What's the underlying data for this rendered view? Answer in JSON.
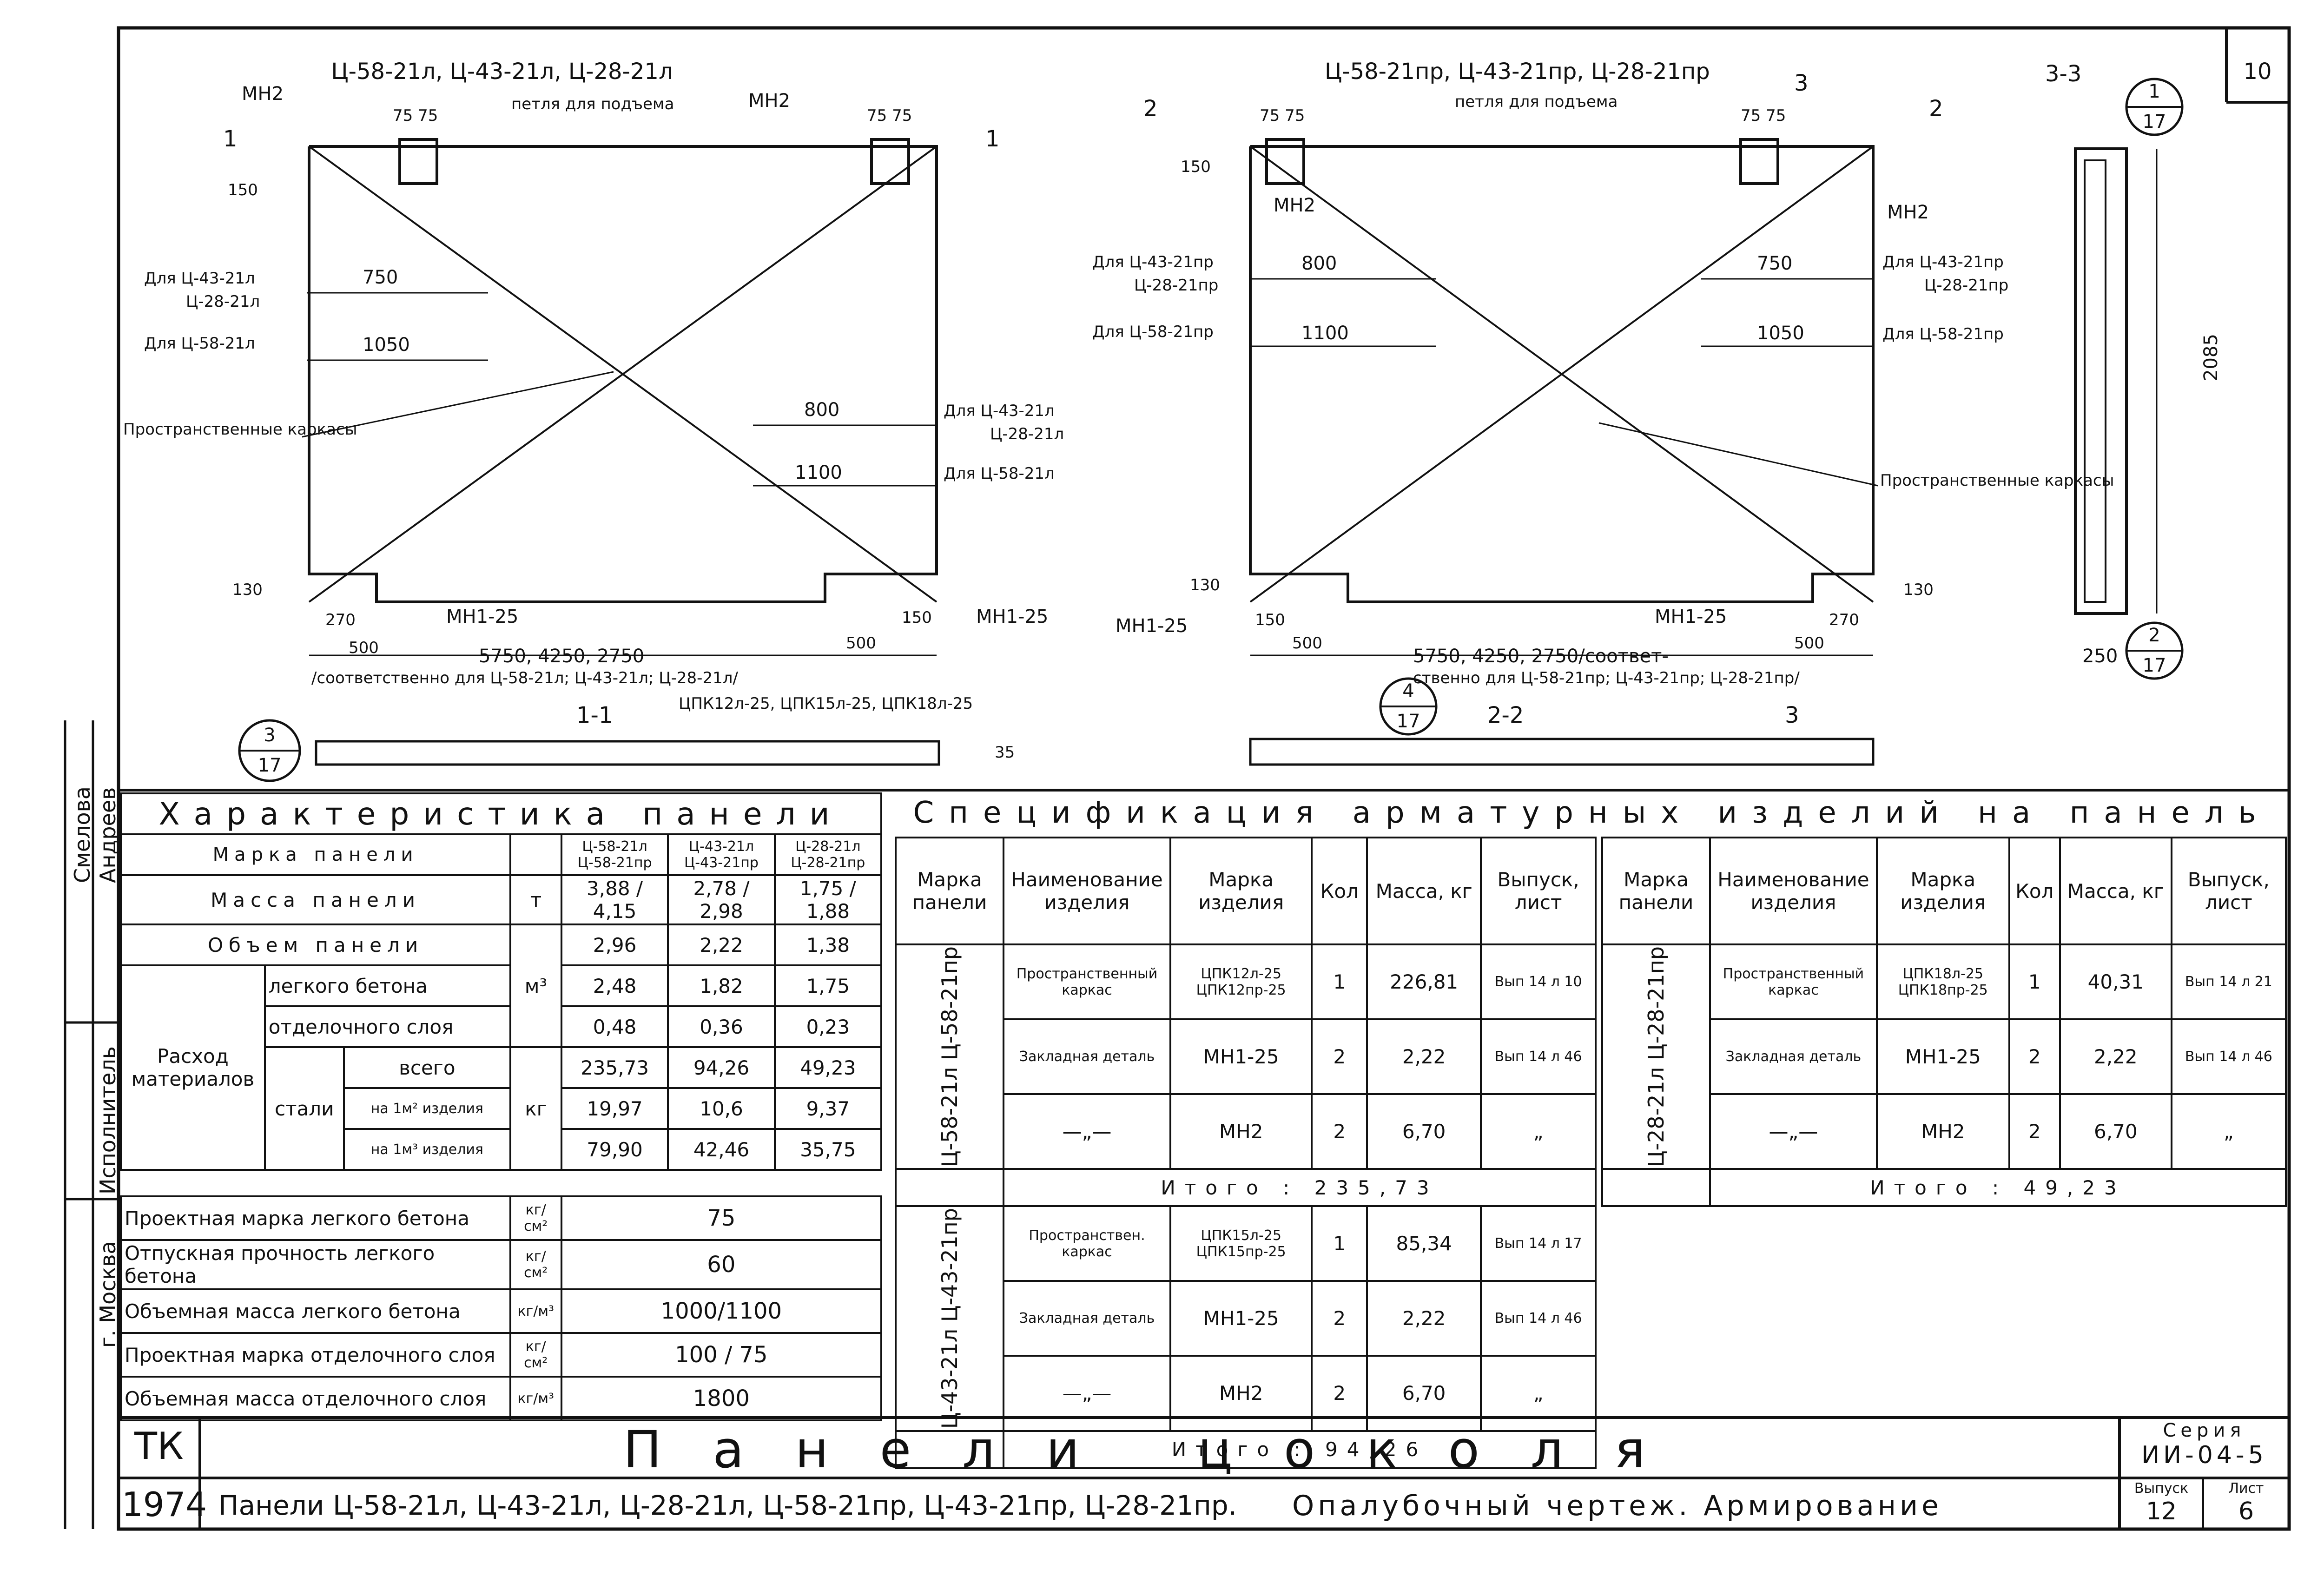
{
  "sheet": {
    "number": "10",
    "series": "Серия ИИ-04-5",
    "series_label": "Серия",
    "series_code": "ИИ-04-5",
    "issue_label": "Выпуск",
    "issue": "12",
    "page_label": "Лист",
    "page": "6",
    "tk": "ТК",
    "year": "1974",
    "title": "Панели цоколя",
    "subtitle": "Панели Ц-58-21л, Ц-43-21л, Ц-28-21л, Ц-58-21пр, Ц-43-21пр, Ц-28-21пр.",
    "subtitle2": "Опалубочный чертеж. Армирование",
    "side_labels": [
      "Смелова",
      "Андреев",
      "Исполнитель",
      "г. Москва"
    ]
  },
  "drawing_left": {
    "title": "Ц-58-21л, Ц-43-21л, Ц-28-21л",
    "mn2_a": "МН2",
    "mn2_b": "МН2",
    "loop": "петля для подъема",
    "d75a": "75 75",
    "d75b": "75 75",
    "d150": "150",
    "d130": "130",
    "label_43": "Для Ц-43-21л",
    "label_28": "Ц-28-21л",
    "d750": "750",
    "label_58": "Для Ц-58-21л",
    "d1050": "1050",
    "d800": "800",
    "label_43r": "Для Ц-43-21л",
    "label_28r": "Ц-28-21л",
    "d1100": "1100",
    "label_58r": "Для Ц-58-21л",
    "frames": "Пространственные каркасы",
    "mn1a": "МН1-25",
    "mn1b": "МН1-25",
    "d270": "270",
    "d500a": "500",
    "d500b": "500",
    "d150b": "150",
    "length": "5750, 4250, 2750",
    "length_note": "/соответственно для Ц-58-21л; Ц-43-21л; Ц-28-21л/",
    "cut1": "1",
    "cut1b": "1"
  },
  "drawing_right": {
    "title": "Ц-58-21пр, Ц-43-21пр, Ц-28-21пр",
    "loop": "петля для подъема",
    "mn2_a": "МН2",
    "mn2_b": "МН2",
    "d75a": "75 75",
    "d75b": "75 75",
    "d150": "150",
    "label_43": "Для Ц-43-21пр",
    "label_28": "Ц-28-21пр",
    "d800": "800",
    "label_58": "Для Ц-58-21пр",
    "d1100": "1100",
    "d750": "750",
    "label_43r": "Для Ц-43-21пр",
    "label_28r": "Ц-28-21пр",
    "d1050": "1050",
    "label_58r": "Для Ц-58-21пр",
    "frames": "Пространственные каркасы",
    "mn1a": "МН1-25",
    "mn1b": "МН1-25",
    "d130a": "130",
    "d130b": "130",
    "d150b": "150",
    "d270": "270",
    "d500a": "500",
    "d500b": "500",
    "length": "5750, 4250, 2750/соответ-",
    "length_note": "ственно для Ц-58-21пр; Ц-43-21пр; Ц-28-21пр/",
    "cut2": "2",
    "cut2b": "2",
    "cut3": "3"
  },
  "section33": {
    "title": "3-3",
    "height": "2085",
    "width": "250",
    "c1_num": "1",
    "c1_den": "17",
    "c2_num": "2",
    "c2_den": "17"
  },
  "sections": {
    "s11": "1-1",
    "s22": "2-2",
    "s3": "3",
    "frames_label": "ЦПК12л-25, ЦПК15л-25, ЦПК18л-25",
    "c3_num": "3",
    "c3_den": "17",
    "c4_num": "4",
    "c4_den": "17",
    "d35": "35"
  },
  "characteristics": {
    "title": "Характеристика панели",
    "rows": {
      "mark": "Марка панели",
      "mass": "Масса панели",
      "volume": "Объем панели",
      "light": "легкого бетона",
      "finish": "отделочного слоя",
      "consumption": "Расход материалов",
      "steel": "стали",
      "total": "всего",
      "per_m2": "на 1м² изделия",
      "per_m3": "на 1м³ изделия"
    },
    "units": {
      "t": "т",
      "m3": "м³",
      "kg": "кг"
    },
    "cols": [
      {
        "mark": "Ц-58-21л Ц-58-21пр",
        "mass_a": "3,88",
        "mass_b": "4,15",
        "volume": "2,96",
        "light": "2,48",
        "finish": "0,48",
        "total": "235,73",
        "per_m2": "19,97",
        "per_m3": "79,90"
      },
      {
        "mark": "Ц-43-21л Ц-43-21пр",
        "mass_a": "2,78",
        "mass_b": "2,98",
        "volume": "2,22",
        "light": "1,82",
        "finish": "0,36",
        "total": "94,26",
        "per_m2": "10,6",
        "per_m3": "42,46"
      },
      {
        "mark": "Ц-28-21л Ц-28-21пр",
        "mass_a": "1,75",
        "mass_b": "1,88",
        "volume": "1,38",
        "light": "1,75",
        "finish": "0,23",
        "total": "49,23",
        "per_m2": "9,37",
        "per_m3": "35,75"
      }
    ],
    "props": [
      {
        "label": "Проектная марка легкого бетона",
        "unit": "кг/см²",
        "value": "75"
      },
      {
        "label": "Отпускная прочность легкого бетона",
        "unit": "кг/см²",
        "value": "60"
      },
      {
        "label": "Объемная масса легкого бетона",
        "unit": "кг/м³",
        "value": "1000/1100"
      },
      {
        "label": "Проектная марка отделочного слоя",
        "unit": "кг/см²",
        "value": "100 / 75"
      },
      {
        "label": "Объемная масса отделочного слоя",
        "unit": "кг/м³",
        "value": "1800"
      }
    ]
  },
  "spec": {
    "title": "Спецификация арматурных изделий на панель",
    "headers": [
      "Марка панели",
      "Наименование изделия",
      "Марка изделия",
      "Кол",
      "Масса, кг",
      "Выпуск, лист"
    ],
    "groups": [
      {
        "panel": "Ц-58-21л Ц-58-21пр",
        "rows": [
          {
            "name": "Пространственный каркас",
            "mark": "ЦПК12л-25 ЦПК12пр-25",
            "qty": "1",
            "mass": "226,81",
            "sheet": "Вып 14 л 10"
          },
          {
            "name": "Закладная деталь",
            "mark": "МН1-25",
            "qty": "2",
            "mass": "2,22",
            "sheet": "Вып 14 л 46"
          },
          {
            "name": "—„—",
            "mark": "МН2",
            "qty": "2",
            "mass": "6,70",
            "sheet": "„"
          }
        ],
        "total_label": "Итого",
        "total": ": 235,73"
      },
      {
        "panel": "Ц-43-21л Ц-43-21пр",
        "rows": [
          {
            "name": "Пространствен. каркас",
            "mark": "ЦПК15л-25 ЦПК15пр-25",
            "qty": "1",
            "mass": "85,34",
            "sheet": "Вып 14 л 17"
          },
          {
            "name": "Закладная деталь",
            "mark": "МН1-25",
            "qty": "2",
            "mass": "2,22",
            "sheet": "Вып 14 л 46"
          },
          {
            "name": "—„—",
            "mark": "МН2",
            "qty": "2",
            "mass": "6,70",
            "sheet": "„"
          }
        ],
        "total_label": "Итого",
        "total": ": 94,26"
      },
      {
        "panel": "Ц-28-21л Ц-28-21пр",
        "rows": [
          {
            "name": "Пространственный каркас",
            "mark": "ЦПК18л-25 ЦПК18пр-25",
            "qty": "1",
            "mass": "40,31",
            "sheet": "Вып 14 л 21"
          },
          {
            "name": "Закладная деталь",
            "mark": "МН1-25",
            "qty": "2",
            "mass": "2,22",
            "sheet": "Вып 14 л 46"
          },
          {
            "name": "—„—",
            "mark": "МН2",
            "qty": "2",
            "mass": "6,70",
            "sheet": "„"
          }
        ],
        "total_label": "Итого",
        "total": ": 49,23"
      }
    ]
  }
}
